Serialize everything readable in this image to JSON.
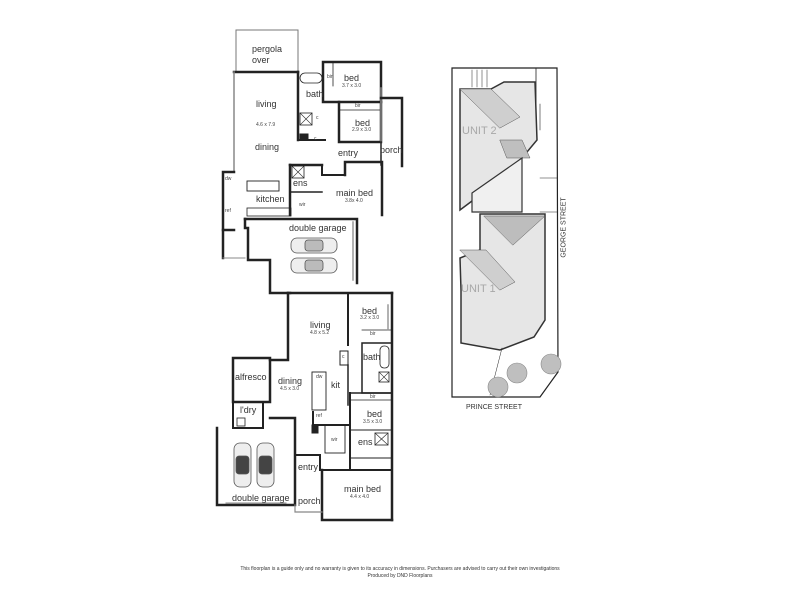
{
  "unit2_plan": {
    "rooms": [
      {
        "name": "pergola",
        "line2": "over"
      },
      {
        "name": "living",
        "dim": "4.6 x 7.9"
      },
      {
        "name": "dining"
      },
      {
        "name": "kitchen"
      },
      {
        "name": "bath"
      },
      {
        "name": "bed",
        "dim": "3.7 x 3.0"
      },
      {
        "name": "bed",
        "dim": "2.9 x 3.0"
      },
      {
        "name": "entry"
      },
      {
        "name": "porch"
      },
      {
        "name": "ens"
      },
      {
        "name": "main bed",
        "dim": "3.8x 4.0"
      },
      {
        "name": "double garage"
      }
    ],
    "fixtures": {
      "bir1": "bir",
      "bir2": "bir",
      "dw": "dw",
      "ref": "ref",
      "wir": "wir",
      "c1": "c",
      "c2": "c"
    }
  },
  "unit1_plan": {
    "rooms": [
      {
        "name": "living",
        "dim": "4.8 x 5.2"
      },
      {
        "name": "bed",
        "dim": "3.2 x 3.0"
      },
      {
        "name": "bath"
      },
      {
        "name": "kit"
      },
      {
        "name": "alfresco"
      },
      {
        "name": "dining",
        "dim": "4.5 x 3.0"
      },
      {
        "name": "l'dry"
      },
      {
        "name": "bed",
        "dim": "3.5 x 3.0"
      },
      {
        "name": "ens"
      },
      {
        "name": "entry"
      },
      {
        "name": "double garage"
      },
      {
        "name": "porch"
      },
      {
        "name": "main bed",
        "dim": "4.4 x 4.0"
      }
    ],
    "fixtures": {
      "bir1": "bir",
      "bir2": "bir",
      "dw": "dw",
      "ref": "ref",
      "wir": "wir",
      "c": "c"
    }
  },
  "site_plan": {
    "unit2_label": "UNIT 2",
    "unit1_label": "UNIT 1",
    "street_east": "GEORGE STREET",
    "street_south": "PRINCE STREET"
  },
  "footer": {
    "disclaimer": "This floorplan is a guide only and no warranty is given to its accuracy in dimensions. Purchasers are advised to carry out their own investigations",
    "credit": "Produced by DND Floorplans"
  }
}
